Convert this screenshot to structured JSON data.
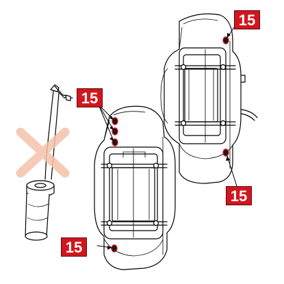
{
  "colors": {
    "callout_fill": "#d2161e",
    "callout_text": "#ffffff",
    "cross": "#f4c2ac",
    "line": "#000000",
    "screw_fill": "#1a1a1a",
    "screw_glow": "#d2161e"
  },
  "icons": {
    "prohibited_tool": "torque-wrench-icon",
    "prohibited_mark": "red-x-icon"
  },
  "callouts": [
    {
      "label": "15"
    },
    {
      "label": "15"
    },
    {
      "label": "15"
    },
    {
      "label": "15"
    }
  ]
}
